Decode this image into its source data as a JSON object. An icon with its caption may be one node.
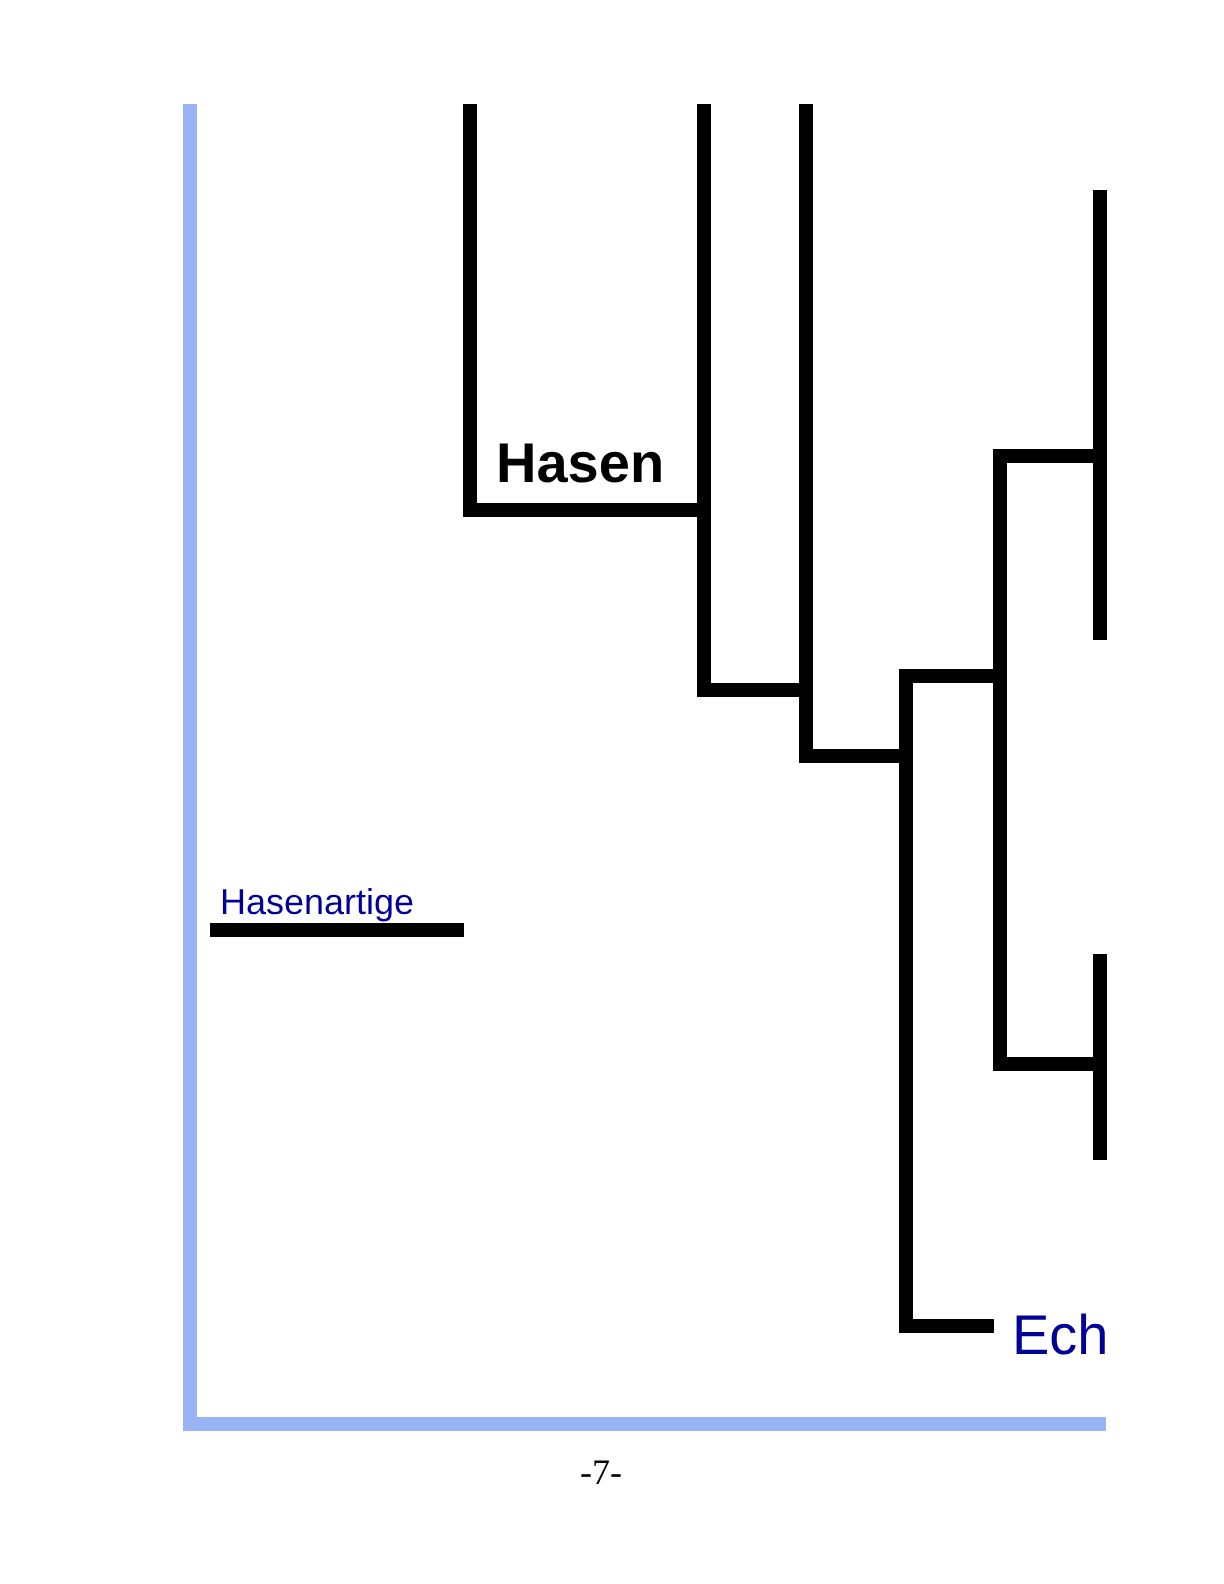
{
  "diagram": {
    "labels": [
      "Hasen",
      "Hasenartige",
      "Ech",
      "-7-"
    ]
  }
}
